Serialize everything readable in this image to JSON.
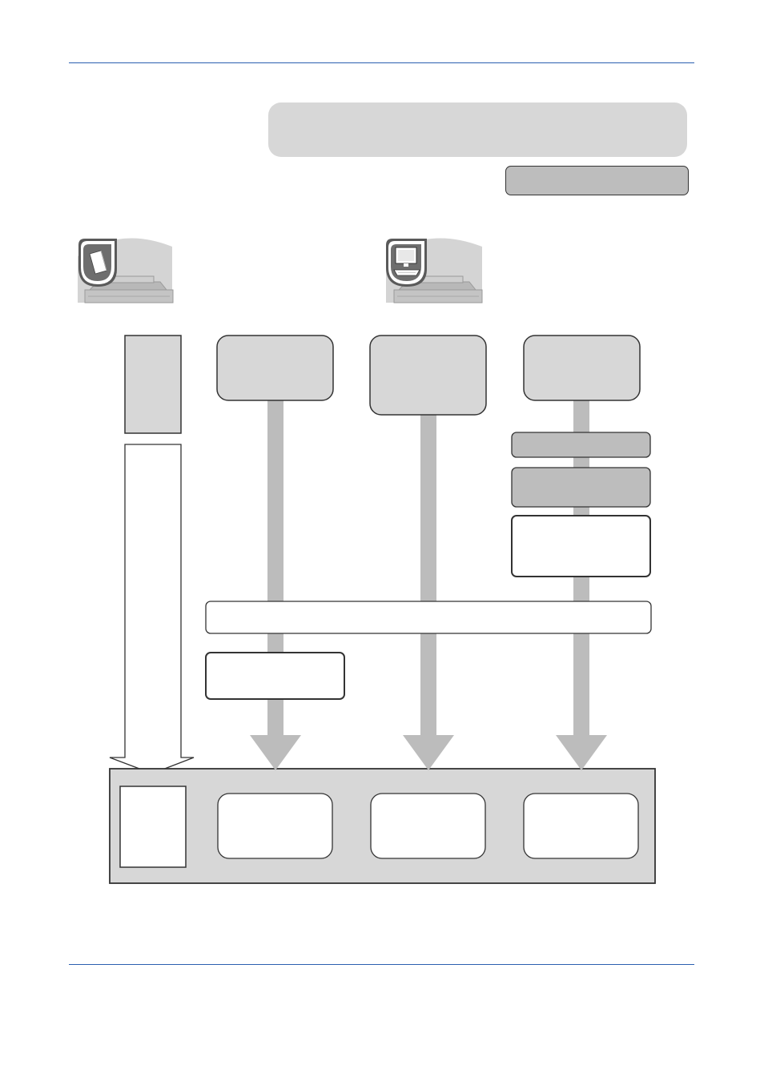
{
  "colors": {
    "rule": "#2b5fb0",
    "panel_gray": "#d7d7d7",
    "tag_gray": "#bdbdbd",
    "column_gray": "#bcbcbc",
    "outline": "#333333",
    "white": "#ffffff"
  },
  "header": {
    "title_banner_text": "",
    "tag_text": ""
  },
  "icons": [
    {
      "name": "scanner-document-icon",
      "label": ""
    },
    {
      "name": "scanner-computer-icon",
      "label": ""
    }
  ],
  "left_flow": {
    "source_label": "",
    "target_label": ""
  },
  "columns": [
    {
      "id": "col-1",
      "top_label": "",
      "bottom_label": "",
      "note_label": ""
    },
    {
      "id": "col-2",
      "top_label": "",
      "bottom_label": ""
    },
    {
      "id": "col-3",
      "top_label": "",
      "bottom_label": "",
      "step_labels": [
        "",
        "",
        ""
      ]
    }
  ],
  "shared_step_label": "",
  "icon_names": {
    "document": "document-icon",
    "monitor": "monitor-icon",
    "keyboard": "keyboard-icon",
    "scanner": "scanner-icon"
  }
}
